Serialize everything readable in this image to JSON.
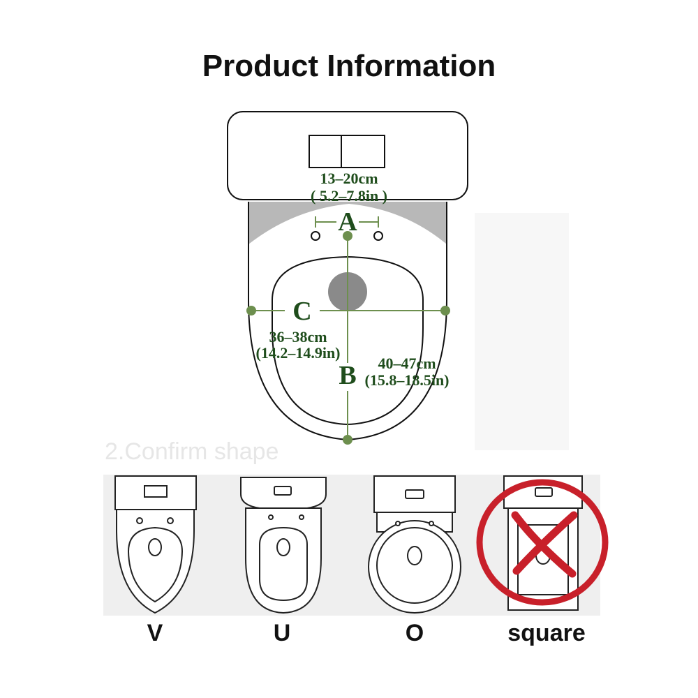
{
  "title": "Product Information",
  "ghost_text": "2.Confirm shape",
  "measurements": {
    "a": {
      "label": "A",
      "cm": "13–20cm",
      "in": "( 5.2–7.8in )"
    },
    "b": {
      "label": "B",
      "cm": "40–47cm",
      "in": "(15.8–18.5in)"
    },
    "c": {
      "label": "C",
      "cm": "36–38cm",
      "in": "(14.2–14.9in)"
    }
  },
  "shapes": [
    {
      "label": "V"
    },
    {
      "label": "U"
    },
    {
      "label": "O"
    },
    {
      "label": "square"
    }
  ],
  "colors": {
    "dimension_green": "#6d8f4e",
    "label_green": "#1f4d1c",
    "cross_red": "#c8202a"
  }
}
